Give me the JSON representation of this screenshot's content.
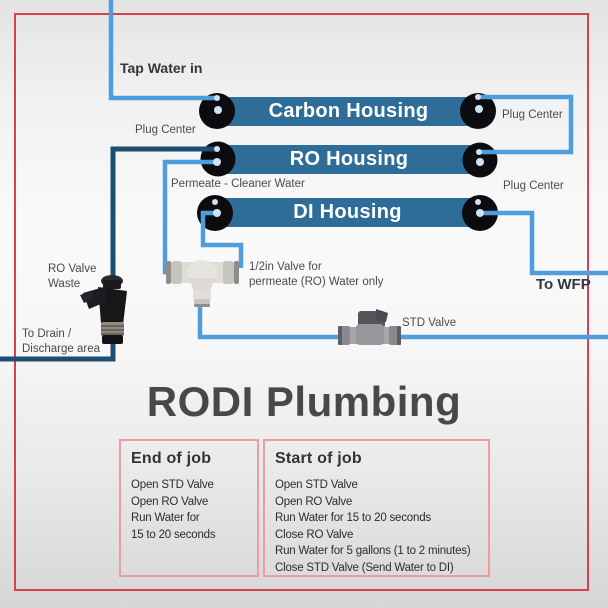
{
  "title": "RODI Plumbing",
  "diagram": {
    "housings": [
      {
        "label": "Carbon Housing"
      },
      {
        "label": "RO Housing"
      },
      {
        "label": "DI Housing"
      }
    ],
    "labels": {
      "tap_water_in": "Tap Water in",
      "plug_center_carbon_left": "Plug Center",
      "plug_center_carbon_right": "Plug Center",
      "plug_center_ro_right": "Plug Center",
      "permeate": "Permeate - Cleaner Water",
      "ro_valve_waste": "RO Valve\nWaste",
      "to_drain": "To Drain /\nDischarge area",
      "half_inch_valve": "1/2in Valve for\npermeate (RO) Water only",
      "std_valve": "STD Valve",
      "to_wfp": "To WFP"
    },
    "fittings": [
      "ro-waste-valve",
      "permeate-tee-fitting",
      "std-valve"
    ],
    "colors": {
      "housing_bar": "#2e6d97",
      "tube_light_blue": "#4f9dda",
      "tube_dark_blue": "#1d4d70",
      "outer_border_red": "#d5414e",
      "instruction_box_border": "#eb9da1",
      "title_text": "#48484b"
    }
  },
  "instructions": {
    "end_of_job": {
      "heading": "End of job",
      "items": [
        "Open STD Valve",
        "Open RO Valve",
        "Run Water for",
        "15 to 20 seconds"
      ]
    },
    "start_of_job": {
      "heading": "Start of job",
      "items": [
        "Open STD Valve",
        "Open RO Valve",
        "Run Water for 15 to 20 seconds",
        "Close RO Valve",
        "Run Water for 5 gallons (1 to 2 minutes)",
        "Close STD Valve (Send Water to DI)"
      ]
    }
  }
}
